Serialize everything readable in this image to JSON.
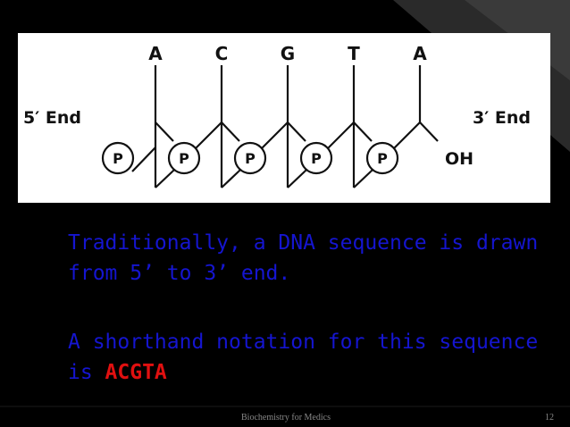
{
  "slide": {
    "bases": [
      "A",
      "C",
      "G",
      "T",
      "A"
    ],
    "phosphate_label": "P",
    "five_prime_label": "5′ End",
    "three_prime_label": "3′ End",
    "terminal_label": "OH",
    "paragraph1": "Traditionally, a DNA sequence is drawn from 5’ to 3’ end.",
    "paragraph2_prefix": "A shorthand notation for this sequence is ",
    "paragraph2_sequence": "ACGTA",
    "footer_title": "Biochemistry for Medics",
    "page_number": "12",
    "colors": {
      "background": "#000000",
      "text_blue": "#1515d0",
      "sequence_red": "#e01010",
      "figure_background": "#ffffff"
    }
  }
}
